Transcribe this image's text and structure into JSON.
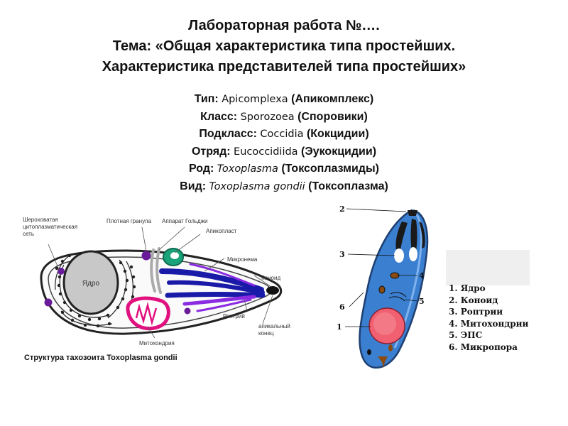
{
  "title": {
    "line1": "Лабораторная работа №….",
    "line2": "Тема: «Общая  характеристика типа простейших.",
    "line3": "Характеристика представителей типа простейших»"
  },
  "taxonomy": [
    {
      "label": "Тип: ",
      "value": "Apicomplexa",
      "rus": " (Апикомплекс)"
    },
    {
      "label": "Класс: ",
      "value": "Sporozoea",
      "rus": " (Споровики)"
    },
    {
      "label": "Подкласс: ",
      "value": "Coccidia",
      "rus": " (Кокцидии)"
    },
    {
      "label": "Отряд:   ",
      "value": "Eucoccidiida",
      "rus": " (Эукокцидии)"
    },
    {
      "label": "Род: ",
      "value": "Toxoplasma",
      "rus": " (Токсоплазмиды)"
    },
    {
      "label": "Вид:  ",
      "value": "Toxoplasma gondii",
      "rus": " (Токсоплазма)"
    }
  ],
  "figure1": {
    "labels": {
      "er1": "Шероховатая",
      "er2": "цитоплазматическая",
      "er3": "сеть",
      "dense_granule": "Плотная гранула",
      "golgi": "Аппарат Гольджи",
      "apicoplast": "Апикопласт",
      "micronema": "Микронема",
      "conoid": "Коноид",
      "nucleus": "Ядро",
      "rhoptry": "Роптрий",
      "apical1": "апикальный",
      "apical2": "конец",
      "mitochondria": "Митохондрия"
    },
    "caption": "Структура тахозоита Toxoplasma gondii",
    "colors": {
      "outline": "#222222",
      "granule": "#6a1b9a",
      "apicoplast": "#1aa37a",
      "micronema": "#1a1aa8",
      "mitochondria": "#e0117f",
      "golgi": "#bbbbbb",
      "nucleus": "#c8c8c8"
    }
  },
  "figure2": {
    "numbers": [
      "1",
      "2",
      "3",
      "4",
      "5",
      "6"
    ],
    "colors": {
      "cell": "#3b7fd0",
      "nucleus": "#f06070",
      "organelle": "#8a4a10"
    }
  },
  "legend": {
    "items": [
      "1. Ядро",
      "2. Коноид",
      "3. Роптрии",
      "4. Митохондрии",
      "5. ЭПС",
      "6. Микропора"
    ]
  }
}
